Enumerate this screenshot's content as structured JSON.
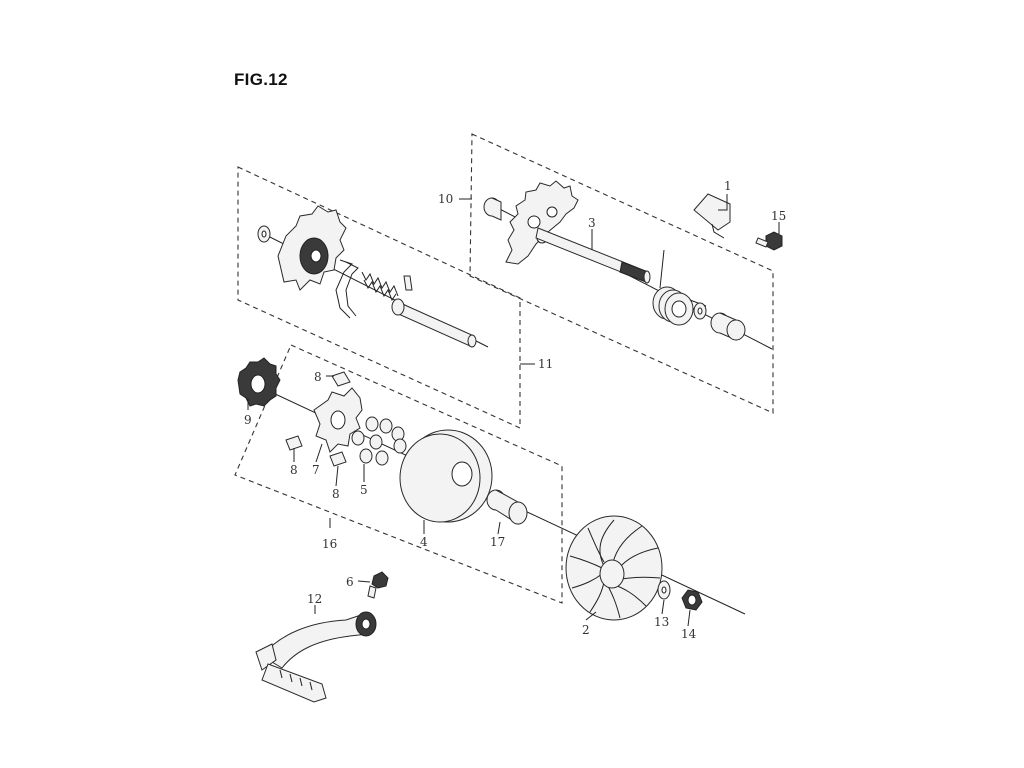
{
  "figure": {
    "title": "FIG.12"
  },
  "callouts": [
    {
      "id": "c1",
      "text": "1"
    },
    {
      "id": "c2",
      "text": "2"
    },
    {
      "id": "c3",
      "text": "3"
    },
    {
      "id": "c4",
      "text": "4"
    },
    {
      "id": "c5",
      "text": "5"
    },
    {
      "id": "c6",
      "text": "6"
    },
    {
      "id": "c7",
      "text": "7"
    },
    {
      "id": "c8a",
      "text": "8"
    },
    {
      "id": "c8b",
      "text": "8"
    },
    {
      "id": "c8c",
      "text": "8"
    },
    {
      "id": "c9",
      "text": "9"
    },
    {
      "id": "c10",
      "text": "10"
    },
    {
      "id": "c11",
      "text": "11"
    },
    {
      "id": "c12",
      "text": "12"
    },
    {
      "id": "c13",
      "text": "13"
    },
    {
      "id": "c14",
      "text": "14"
    },
    {
      "id": "c15",
      "text": "15"
    },
    {
      "id": "c16",
      "text": "16"
    },
    {
      "id": "c17",
      "text": "17"
    }
  ]
}
